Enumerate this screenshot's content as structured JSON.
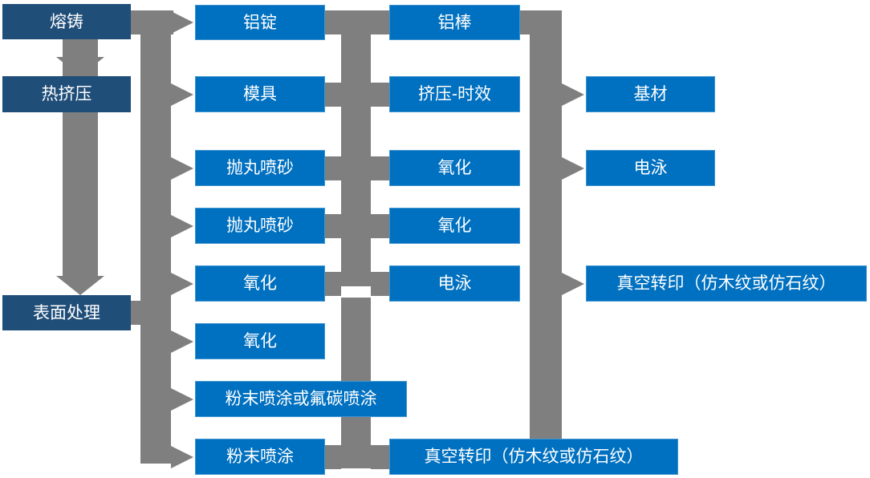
{
  "colors": {
    "dark_box": "#1F4E79",
    "light_box": "#0070C0",
    "connector": "#7F7F7F",
    "text_color": "#FFFFFF",
    "background": "#FFFFFF"
  },
  "diagram_type": "process-flowchart",
  "nodes": [
    {
      "id": "melting-casting",
      "label": "熔铸"
    },
    {
      "id": "hot-extrusion",
      "label": "热挤压"
    },
    {
      "id": "surface-treatment",
      "label": "表面处理"
    },
    {
      "id": "aluminum-ingot",
      "label": "铝锭"
    },
    {
      "id": "die",
      "label": "模具"
    },
    {
      "id": "shot-blasting-1",
      "label": "抛丸喷砂"
    },
    {
      "id": "shot-blasting-2",
      "label": "抛丸喷砂"
    },
    {
      "id": "oxidation-1",
      "label": "氧化"
    },
    {
      "id": "oxidation-2",
      "label": "氧化"
    },
    {
      "id": "powder-or-fluorocarbon-coating",
      "label": "粉末喷涂或氟碳喷涂"
    },
    {
      "id": "powder-coating",
      "label": "粉末喷涂"
    },
    {
      "id": "aluminum-rod",
      "label": "铝棒"
    },
    {
      "id": "extrusion-aging",
      "label": "挤压-时效"
    },
    {
      "id": "oxidation-3",
      "label": "氧化"
    },
    {
      "id": "oxidation-4",
      "label": "氧化"
    },
    {
      "id": "electrophoresis-1",
      "label": "电泳"
    },
    {
      "id": "vacuum-transfer-print-bottom",
      "label": "真空转印（仿木纹或仿石纹）"
    },
    {
      "id": "base-material",
      "label": "基材"
    },
    {
      "id": "electrophoresis-2",
      "label": "电泳"
    },
    {
      "id": "vacuum-transfer-print-right",
      "label": "真空转印（仿木纹或仿石纹）"
    }
  ],
  "edges": [
    {
      "from": "melting-casting",
      "to": "hot-extrusion",
      "type": "arrow"
    },
    {
      "from": "hot-extrusion",
      "to": "surface-treatment",
      "type": "arrow"
    },
    {
      "from": "melting-casting",
      "to": "aluminum-ingot",
      "type": "arrow"
    },
    {
      "from": "feed-lane",
      "to": "die",
      "type": "arrow"
    },
    {
      "from": "feed-lane",
      "to": "shot-blasting-1",
      "type": "arrow"
    },
    {
      "from": "feed-lane",
      "to": "shot-blasting-2",
      "type": "arrow"
    },
    {
      "from": "feed-lane",
      "to": "oxidation-1",
      "type": "arrow"
    },
    {
      "from": "feed-lane",
      "to": "oxidation-2",
      "type": "arrow"
    },
    {
      "from": "feed-lane",
      "to": "powder-or-fluorocarbon-coating",
      "type": "arrow"
    },
    {
      "from": "feed-lane",
      "to": "powder-coating",
      "type": "arrow"
    },
    {
      "from": "surface-treatment",
      "to": "feed-lane",
      "type": "line"
    },
    {
      "from": "aluminum-ingot",
      "to": "aluminum-rod",
      "type": "line"
    },
    {
      "from": "die",
      "to": "extrusion-aging",
      "type": "line"
    },
    {
      "from": "shot-blasting-1",
      "to": "oxidation-3",
      "type": "line"
    },
    {
      "from": "shot-blasting-2",
      "to": "oxidation-4",
      "type": "line"
    },
    {
      "from": "oxidation-1",
      "to": "electrophoresis-1",
      "type": "line"
    },
    {
      "from": "powder-coating",
      "to": "vacuum-transfer-print-bottom",
      "type": "line"
    },
    {
      "from": "aluminum-rod",
      "to": "output-lane",
      "type": "line"
    },
    {
      "from": "output-lane",
      "to": "base-material",
      "type": "arrow"
    },
    {
      "from": "output-lane",
      "to": "electrophoresis-2",
      "type": "arrow"
    },
    {
      "from": "output-lane",
      "to": "vacuum-transfer-print-right",
      "type": "arrow"
    }
  ]
}
